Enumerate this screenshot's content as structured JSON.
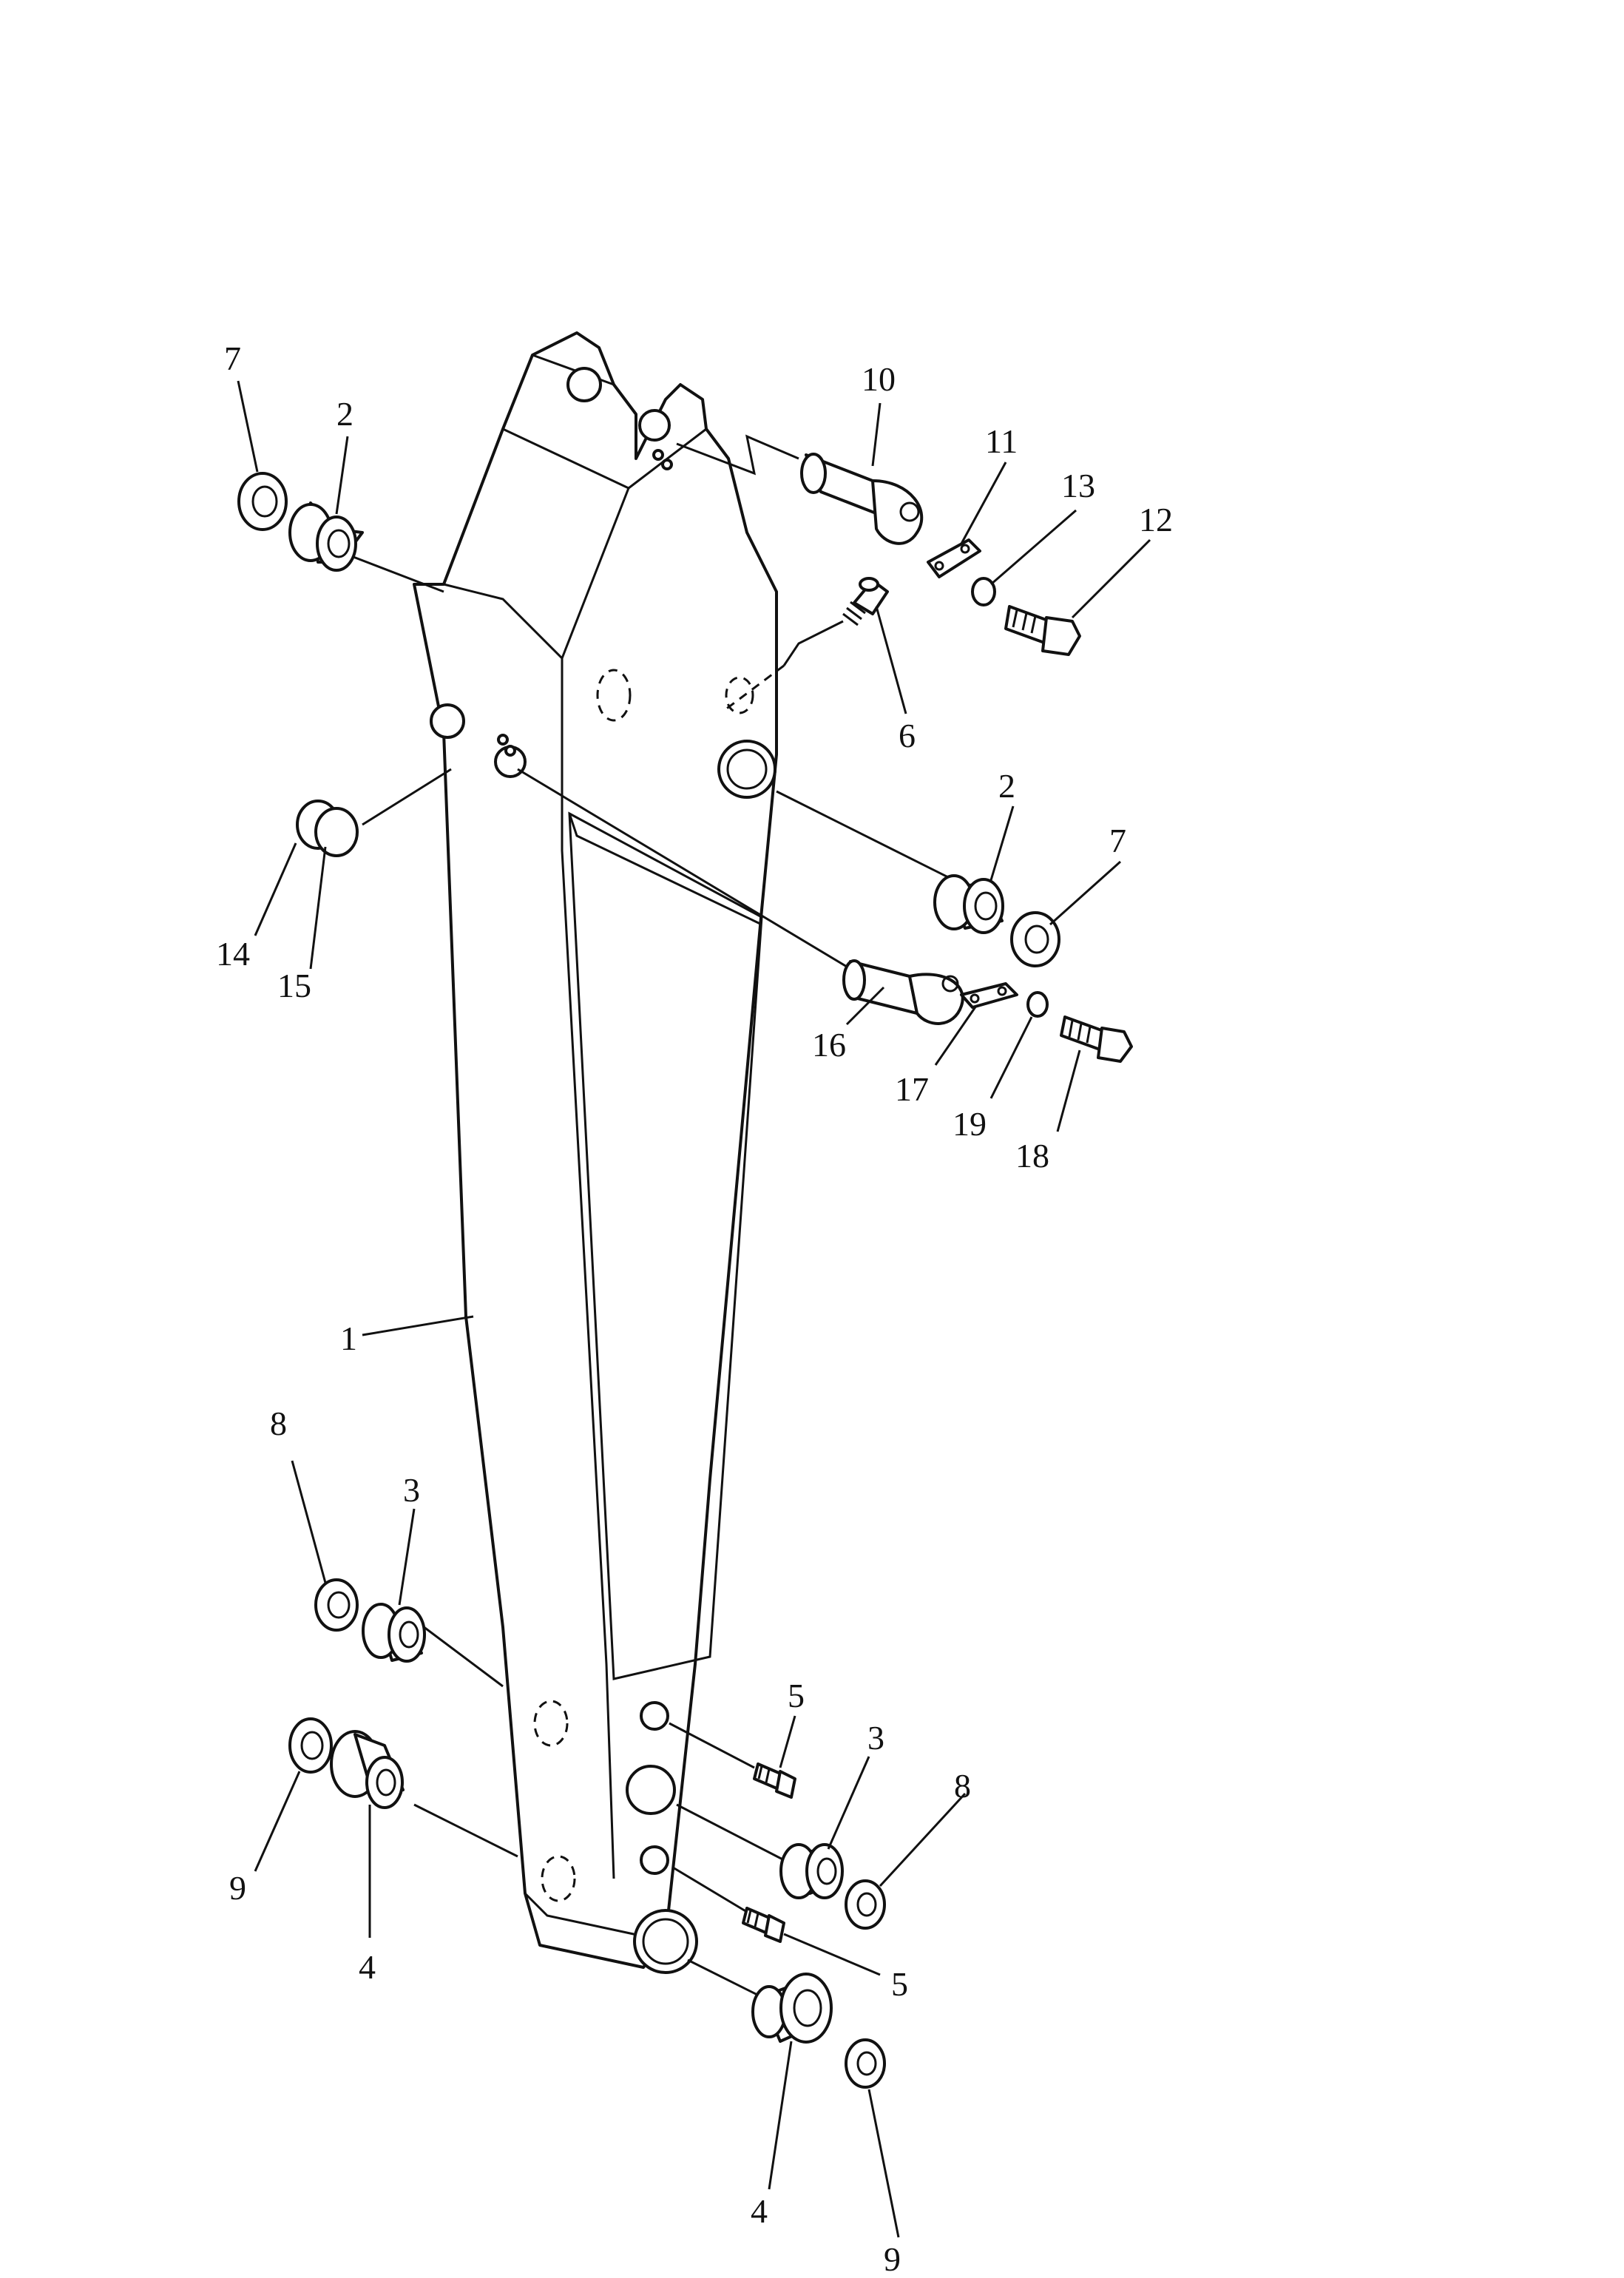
{
  "diagram": {
    "type": "exploded parts diagram",
    "callouts": [
      {
        "key": "p1",
        "label": "1"
      },
      {
        "key": "p2a",
        "label": "2"
      },
      {
        "key": "p2b",
        "label": "2"
      },
      {
        "key": "p3a",
        "label": "3"
      },
      {
        "key": "p3b",
        "label": "3"
      },
      {
        "key": "p4a",
        "label": "4"
      },
      {
        "key": "p4b",
        "label": "4"
      },
      {
        "key": "p5a",
        "label": "5"
      },
      {
        "key": "p5b",
        "label": "5"
      },
      {
        "key": "p6",
        "label": "6"
      },
      {
        "key": "p7a",
        "label": "7"
      },
      {
        "key": "p7b",
        "label": "7"
      },
      {
        "key": "p8a",
        "label": "8"
      },
      {
        "key": "p8b",
        "label": "8"
      },
      {
        "key": "p9a",
        "label": "9"
      },
      {
        "key": "p9b",
        "label": "9"
      },
      {
        "key": "p10",
        "label": "10"
      },
      {
        "key": "p11",
        "label": "11"
      },
      {
        "key": "p12",
        "label": "12"
      },
      {
        "key": "p13",
        "label": "13"
      },
      {
        "key": "p14",
        "label": "14"
      },
      {
        "key": "p15",
        "label": "15"
      },
      {
        "key": "p16",
        "label": "16"
      },
      {
        "key": "p17",
        "label": "17"
      },
      {
        "key": "p18",
        "label": "18"
      },
      {
        "key": "p19",
        "label": "19"
      }
    ]
  }
}
